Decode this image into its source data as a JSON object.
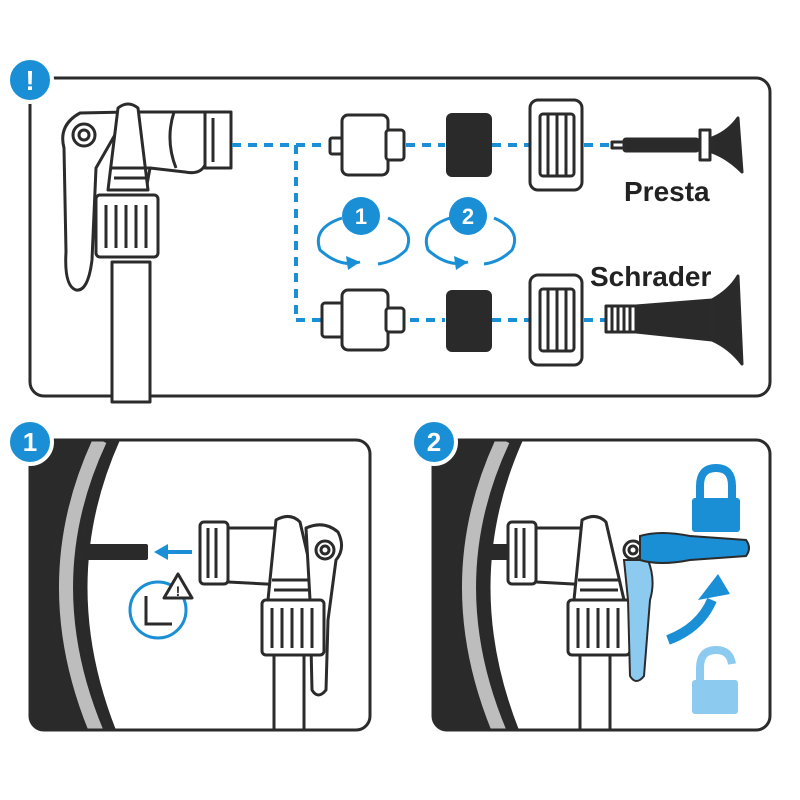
{
  "labels": {
    "presta": "Presta",
    "schrader": "Schrader"
  },
  "badges": {
    "alert": "!",
    "step1": "1",
    "step2": "2",
    "rotate1": "1",
    "rotate2": "2"
  },
  "icons": {
    "warning": "!"
  },
  "colors": {
    "accent": "#1a8fd6",
    "accent_light": "#8ccaf0",
    "outline": "#2b2b2b",
    "rubber": "#2a2a2a",
    "panel_bg": "#ffffff",
    "wheel_rim": "#bdbdbd"
  }
}
